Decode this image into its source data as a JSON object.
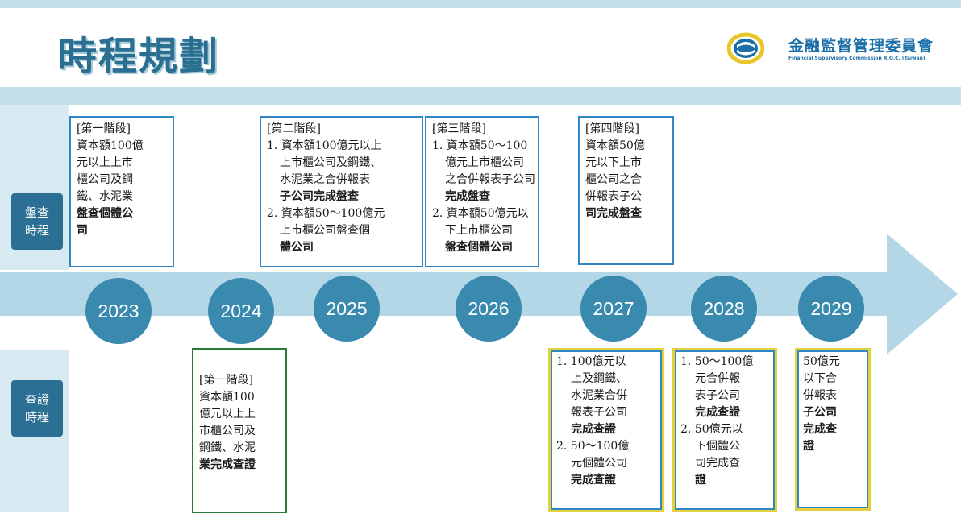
{
  "header": {
    "title": "時程規劃",
    "org_name_zh": "金融監督管理委員會",
    "org_name_en": "Financial Supervisory Commission R.O.C. (Taiwan)"
  },
  "row_labels": {
    "review": [
      "盤查",
      "時程"
    ],
    "verify": [
      "查證",
      "時程"
    ]
  },
  "years": [
    "2023",
    "2024",
    "2025",
    "2026",
    "2027",
    "2028",
    "2029"
  ],
  "review_cards": {
    "phase1": [
      "[第一階段]",
      "資本額100億",
      "元以上上市",
      "櫃公司及鋼",
      "鐵、水泥業",
      "盤查個體公",
      "司"
    ],
    "phase2": [
      "[第二階段]",
      "1. 資本額100億元以上",
      "上市櫃公司及鋼鐵、",
      "水泥業之合併報表",
      "子公司完成盤查",
      "2. 資本額50～100億元",
      "上市櫃公司盤查個",
      "體公司"
    ],
    "phase3": [
      "[第三階段]",
      "1. 資本額50～100",
      "億元上市櫃公司",
      "之合併報表子公司",
      "完成盤查",
      "2. 資本額50億元以",
      "下上市櫃公司",
      "盤查個體公司"
    ],
    "phase4": [
      "[第四階段]",
      "資本額50億",
      "元以下上市",
      "櫃公司之合",
      "併報表子公",
      "司完成盤查"
    ]
  },
  "verify_cards": {
    "phase1": [
      "[第一階段]",
      "資本額100",
      "億元以上上",
      "市櫃公司及",
      "鋼鐵、水泥",
      "業完成查證"
    ],
    "y2027": [
      "1. 100億元以",
      "上及鋼鐵、",
      "水泥業合併",
      "報表子公司",
      "完成查證",
      "2. 50～100億",
      "元個體公司",
      "完成查證"
    ],
    "y2028": [
      "1. 50～100億",
      "元合併報",
      "表子公司",
      "完成查證",
      "2. 50億元以",
      "下個體公",
      "司完成查",
      "證"
    ],
    "y2029": [
      "50億元",
      "以下合",
      "併報表",
      "子公司",
      "完成查",
      "證"
    ]
  },
  "colors": {
    "title": "#2a6e92",
    "year_circle": "#3a8aaf",
    "arrow": "#b3d7e6",
    "label_box": "#2b6f94",
    "card_blue": "#2f87c7",
    "card_green": "#2a7a3a",
    "card_yellow": "#e3d23c"
  }
}
